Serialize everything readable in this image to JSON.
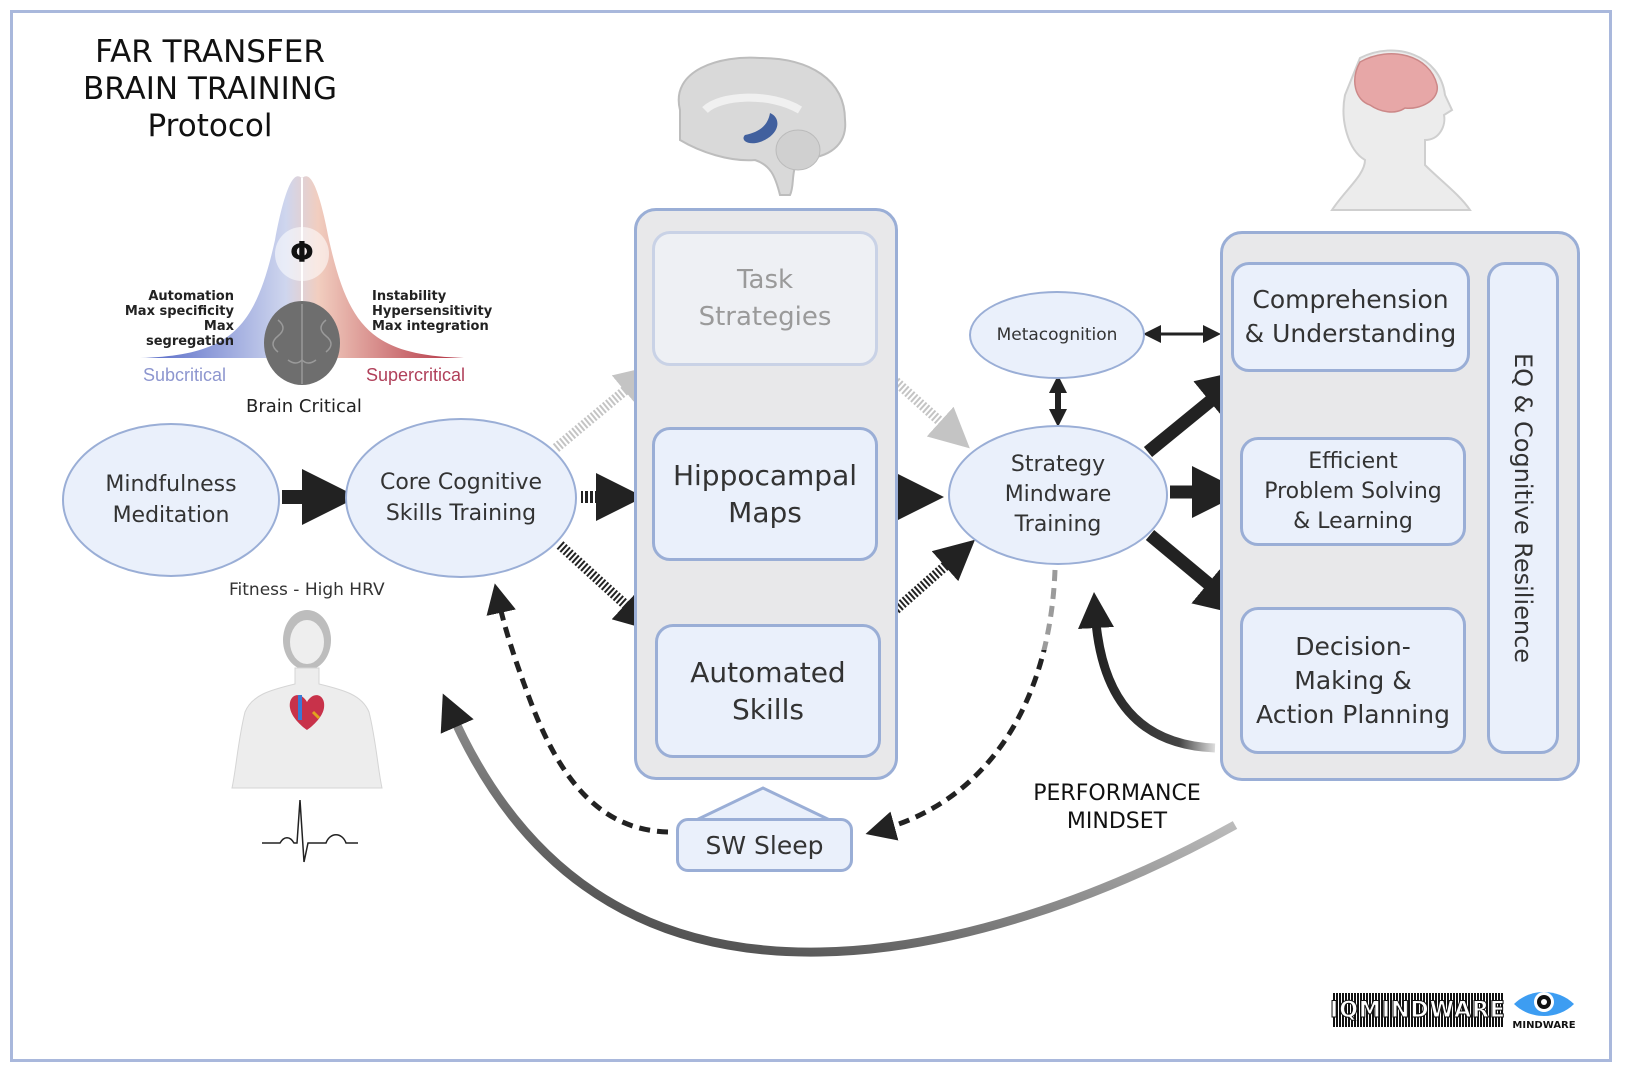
{
  "title": {
    "line1": "FAR TRANSFER",
    "line2": "BRAIN TRAINING",
    "line3": "Protocol"
  },
  "brain_critical": {
    "symbol": "Φ",
    "left_lines": [
      "Automation",
      "Max specificity",
      "Max segregation"
    ],
    "right_lines": [
      "Instability",
      "Hypersensitivity",
      "Max integration"
    ],
    "subcritical": "Subcritical",
    "supercritical": "Supercritical",
    "caption": "Brain Critical",
    "colors": {
      "subcritical": "#4a5fc0",
      "supercritical": "#b0202f"
    }
  },
  "nodes": {
    "mindfulness": {
      "line1": "Mindfulness",
      "line2": "Meditation"
    },
    "core_cognitive": {
      "line1": "Core Cognitive",
      "line2": "Skills Training"
    },
    "fitness_label": "Fitness - High HRV",
    "task_strategies": {
      "line1": "Task",
      "line2": "Strategies"
    },
    "hippocampal": {
      "line1": "Hippocampal",
      "line2": "Maps"
    },
    "automated": {
      "line1": "Automated",
      "line2": "Skills"
    },
    "sw_sleep": "SW Sleep",
    "metacognition": "Metacognition",
    "strategy_mindware": {
      "line1": "Strategy",
      "line2": "Mindware",
      "line3": "Training"
    },
    "comprehension": {
      "line1": "Comprehension",
      "line2": "& Understanding"
    },
    "problem_solving": {
      "line1": "Efficient",
      "line2": "Problem Solving",
      "line3": "& Learning"
    },
    "decision_making": {
      "line1": "Decision-",
      "line2": "Making &",
      "line3": "Action Planning"
    },
    "eq_resilience": "EQ & Cognitive Resilience",
    "performance_mindset": {
      "line1": "PERFORMANCE",
      "line2": "MINDSET"
    }
  },
  "logos": {
    "iqmindware": "IQMINDWARE",
    "mindware": "MINDWARE",
    "eye_color": "#3d9df2"
  },
  "colors": {
    "node_fill": "#eaf0fb",
    "node_border": "#9aaed6",
    "panel_fill": "#e8e8ea",
    "arrow_dark": "#222222",
    "arrow_gray": "#777777",
    "arrow_light": "#c4c4c4"
  }
}
